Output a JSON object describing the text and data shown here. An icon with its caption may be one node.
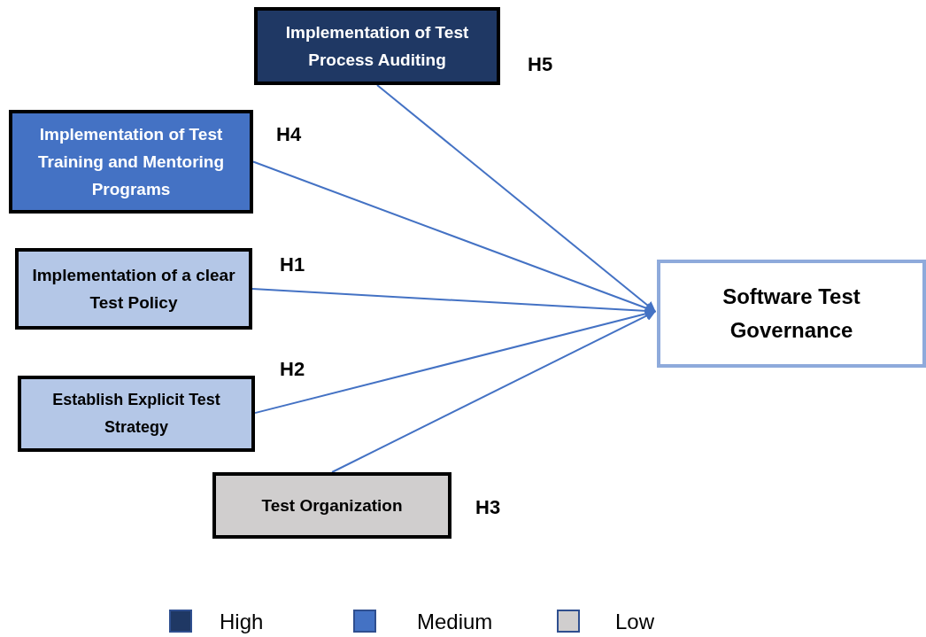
{
  "diagram": {
    "nodes": [
      {
        "text": [
          "Implementation of Test Process Auditing"
        ],
        "beside": [
          "H5"
        ]
      },
      {
        "text": [
          "Implementation of Test Training and Mentoring Programs"
        ],
        "beside": [
          "H4"
        ]
      },
      {
        "text": [
          "Implementation of a clear Test Policy"
        ],
        "beside": [
          "H1"
        ]
      },
      {
        "text": [
          "Establish Explicit Test Strategy"
        ],
        "beside": [
          "H2"
        ]
      },
      {
        "text": [
          "Test Organization"
        ],
        "beside": [
          "H3"
        ]
      },
      {
        "text": [
          "Software Test Governance"
        ]
      }
    ],
    "edges": [
      {
        "from": 0,
        "to": 5,
        "arrow": "to"
      },
      {
        "from": 1,
        "to": 5,
        "arrow": "to"
      },
      {
        "from": 2,
        "to": 5,
        "arrow": "to"
      },
      {
        "from": 3,
        "to": 5,
        "arrow": "to"
      },
      {
        "from": 4,
        "to": 5,
        "arrow": "to"
      }
    ],
    "legend": [
      {
        "text": "High",
        "color": "#1f3864"
      },
      {
        "text": "Medium",
        "color": "#4472c4"
      },
      {
        "text": "Low",
        "color": "#d0cece"
      }
    ]
  }
}
